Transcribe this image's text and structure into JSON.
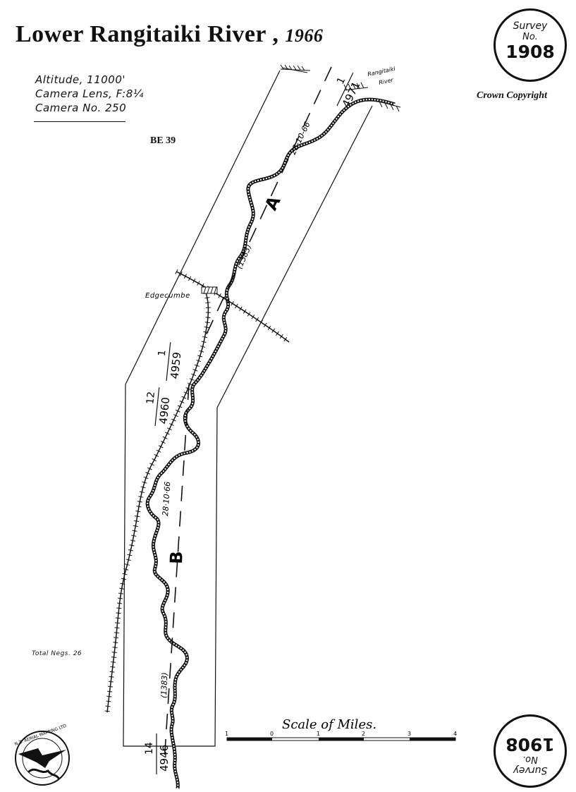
{
  "title": {
    "main": "Lower Rangitaiki River ,",
    "year": "1966"
  },
  "flight_params": {
    "altitude": "Altitude, 11000'",
    "lens": "Camera Lens, F:8¼",
    "camera": "Camera No. 250"
  },
  "sheet_code": "BE 39",
  "stamp": {
    "survey": "Survey",
    "no": "No.",
    "number": "1908"
  },
  "copyright": "Crown Copyright",
  "total_negs": "Total Negs. 26",
  "map": {
    "place_edgecumbe": "Edgecumbe",
    "river_label_1": "Rangitaiki",
    "river_label_2": "River",
    "run_a": "A",
    "run_b": "B",
    "run_a_date": "28-10-66",
    "run_b_date": "28·10·66",
    "run_a_ref": "(1383)",
    "run_b_ref": "(1383)",
    "neg_4971": "4971",
    "neg_4971_run": "1",
    "neg_4959": "4959",
    "neg_4959_run": "1",
    "neg_4960": "4960",
    "neg_4960_run": "12",
    "neg_4946": "4946",
    "neg_4946_run": "14"
  },
  "scale": {
    "label": "Scale of Miles.",
    "ticks": [
      "1",
      "0",
      "1",
      "2",
      "3",
      "4"
    ]
  },
  "logo_text": "N.Z. AERIAL MAPPING LTD"
}
